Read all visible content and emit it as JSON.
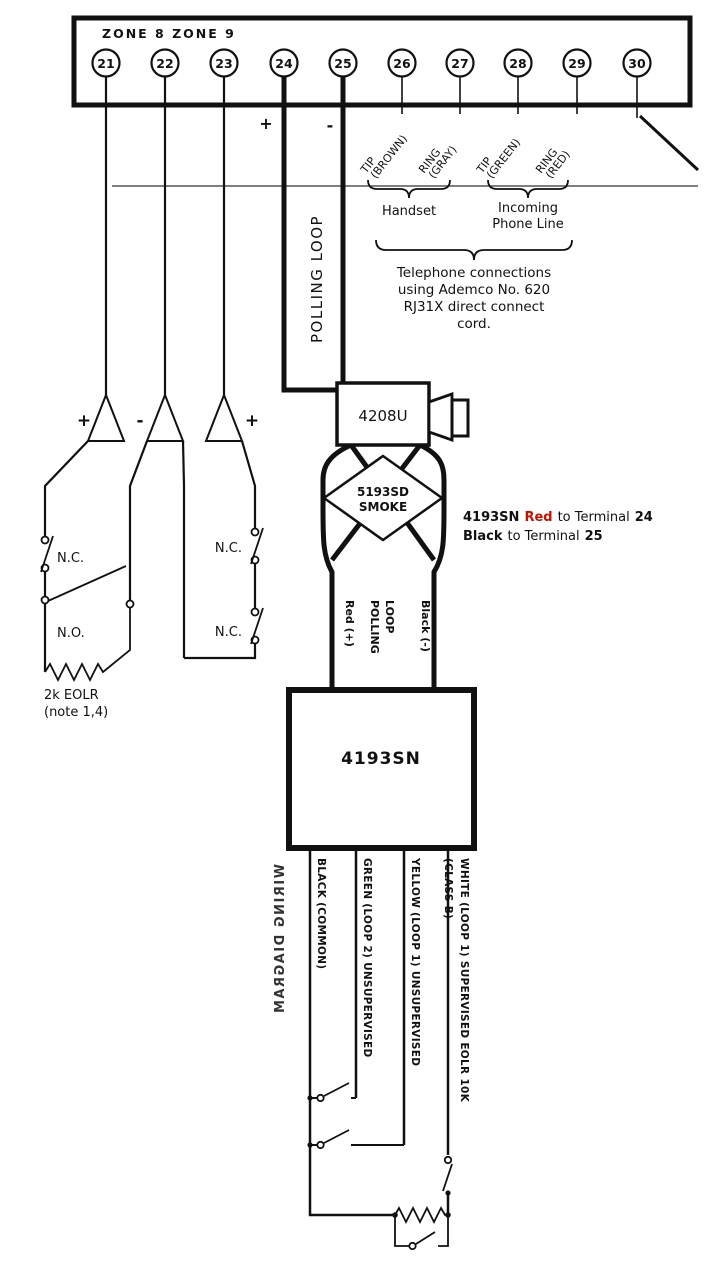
{
  "diagram": {
    "zone_header": "ZONE 8 ZONE 9",
    "terminals": [
      "21",
      "22",
      "23",
      "24",
      "25",
      "26",
      "27",
      "28",
      "29",
      "30"
    ],
    "plus24": "+",
    "minus25": "-",
    "polling_vertical": "POLLING LOOP",
    "phone_labels": {
      "t26": [
        "TIP",
        "(BROWN)"
      ],
      "t27": [
        "RING",
        "(GRAY)"
      ],
      "t28": [
        "TIP",
        "(GREEN)"
      ],
      "t29": [
        "RING",
        "(RED)"
      ]
    },
    "handset": "Handset",
    "incoming": [
      "Incoming",
      "Phone Line"
    ],
    "telephone_note": [
      "Telephone connections",
      "using Ademco No. 620",
      "RJ31X direct connect",
      "cord."
    ],
    "zone8": {
      "plus": "+",
      "minus": "-",
      "nc": "N.C.",
      "no": "N.O.",
      "eolr": "2k EOLR",
      "eolr_note": "(note 1,4)"
    },
    "zone9": {
      "plus": "+",
      "nc1": "N.C.",
      "nc2": "N.C."
    },
    "module_4208u": "4208U",
    "smoke": [
      "5193SD",
      "SMOKE"
    ],
    "note_4193sn": {
      "part": "4193SN",
      "red": "Red",
      "to1": "to Terminal",
      "t24": "24",
      "black": "Black",
      "to2": "to Terminal",
      "t25": "25"
    },
    "loop_labels": {
      "red": "Red (+)",
      "polling": [
        "POLLING",
        "LOOP"
      ],
      "black": "Black (-)"
    },
    "box_4193sn": "4193SN",
    "side_label": "WIRING DIAGRAM",
    "wire_labels": {
      "black": "BLACK (COMMON)",
      "green": "GREEN (LOOP 2) UNSUPERVISED",
      "yellow": "YELLOW (LOOP 1) UNSUPERVISED",
      "white": "WHITE (LOOP 1) SUPERVISED EOLR 10K",
      "white_class": "(CLASS B)"
    },
    "colors": {
      "red_text": "#c41200",
      "ink": "#111111"
    }
  }
}
